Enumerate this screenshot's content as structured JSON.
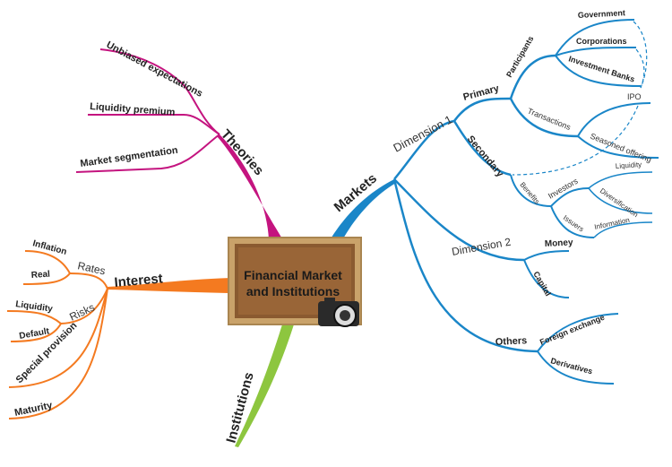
{
  "colors": {
    "theories": "#c4147f",
    "markets": "#1a86c8",
    "interest": "#f47a20",
    "institutions": "#8dc63f",
    "board": "#c9a26a"
  },
  "center": {
    "line1": "Financial Market",
    "line2": "and Institutions",
    "icon": "camera-icon"
  },
  "theories": {
    "label": "Theories",
    "items": [
      "Unbiased expectations",
      "Liquidity premium",
      "Market segmentation"
    ]
  },
  "markets": {
    "label": "Markets",
    "dimension1": {
      "label": "Dimension 1",
      "primary": {
        "label": "Primary",
        "participants": {
          "label": "Participants",
          "items": [
            "Government",
            "Corporations",
            "Investment Banks"
          ]
        },
        "transactions": {
          "label": "Transactions",
          "items": [
            "IPO",
            "Seasoned offering"
          ]
        }
      },
      "secondary": {
        "label": "Secondary",
        "benefits": {
          "label": "Benefits",
          "investors": {
            "label": "Investors",
            "items": [
              "Liquidity",
              "Diversification"
            ]
          },
          "issuers": {
            "label": "Issuers",
            "items": [
              "Information"
            ]
          }
        }
      }
    },
    "dimension2": {
      "label": "Dimension 2",
      "items": [
        "Money",
        "Capital"
      ]
    },
    "others": {
      "label": "Others",
      "items": [
        "Foreign exchange",
        "Derivatives"
      ]
    }
  },
  "interest": {
    "label": "Interest",
    "rates": {
      "label": "Rates",
      "items": [
        "Inflation",
        "Real"
      ]
    },
    "risks": {
      "label": "Risks",
      "items": [
        "Liquidity",
        "Default"
      ]
    },
    "items": [
      "Special provision",
      "Maturity"
    ]
  },
  "institutions": {
    "label": "Institutions"
  }
}
